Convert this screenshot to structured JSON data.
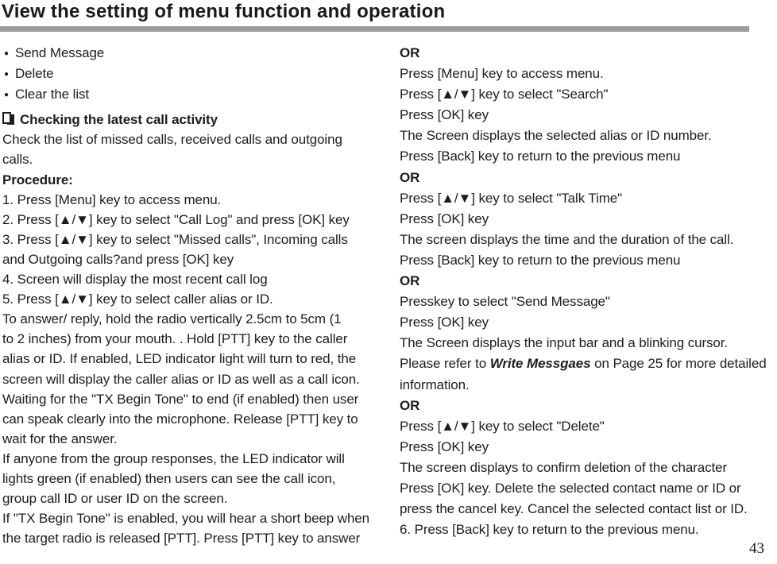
{
  "page": {
    "title": "View the setting of menu function and operation",
    "page_number": "43",
    "accent_bar_color": "#9c9c9c",
    "text_color": "#1d1d1d"
  },
  "icons": {
    "bullet_glyph": "●",
    "section_icon": "pages-icon"
  },
  "left_column": {
    "lines": [
      {
        "kind": "bullet",
        "text": "Send Message"
      },
      {
        "kind": "bullet",
        "text": "Delete"
      },
      {
        "kind": "bullet",
        "text": "Clear the list"
      },
      {
        "kind": "heading",
        "text": "Checking the latest call activity"
      },
      {
        "kind": "text",
        "text": "Check the list of missed calls, received calls and outgoing"
      },
      {
        "kind": "text",
        "text": "calls."
      },
      {
        "kind": "bold",
        "text": "Procedure:"
      },
      {
        "kind": "text",
        "text": "1. Press [Menu] key to access menu."
      },
      {
        "kind": "text",
        "text": "2. Press [▲/▼] key to select \"Call Log\" and press [OK] key"
      },
      {
        "kind": "text",
        "text": "3. Press [▲/▼] key to select \"Missed calls\", Incoming calls"
      },
      {
        "kind": "text",
        "text": "and Outgoing calls?and press [OK] key"
      },
      {
        "kind": "text",
        "text": "4. Screen will display the most recent call log"
      },
      {
        "kind": "text",
        "text": "5. Press [▲/▼] key to select caller alias or ID."
      },
      {
        "kind": "text",
        "text": "To answer/ reply, hold the radio vertically 2.5cm to 5cm (1"
      },
      {
        "kind": "text",
        "text": "to 2 inches) from your mouth. . Hold [PTT] key to the caller"
      },
      {
        "kind": "text",
        "text": "alias or ID. If enabled, LED indicator light will turn to red, the"
      },
      {
        "kind": "text",
        "text": "screen will display the caller alias or ID as well as a call icon."
      },
      {
        "kind": "text",
        "text": "Waiting for the \"TX Begin Tone\" to end (if enabled) then user"
      },
      {
        "kind": "text",
        "text": "can speak clearly into the microphone. Release [PTT] key to"
      },
      {
        "kind": "text",
        "text": "wait for the answer."
      },
      {
        "kind": "text",
        "text": "If anyone from the group responses, the LED indicator will"
      },
      {
        "kind": "text",
        "text": "lights green (if enabled) then users can see the call icon,"
      },
      {
        "kind": "text",
        "text": "group call ID or user ID on the screen."
      },
      {
        "kind": "text",
        "text": "If \"TX Begin Tone\" is enabled, you will hear a short beep when"
      },
      {
        "kind": "text",
        "text": "the target radio is released [PTT]. Press [PTT] key to answer"
      }
    ]
  },
  "right_column": {
    "lines": [
      {
        "kind": "bold",
        "text": "OR"
      },
      {
        "kind": "text",
        "text": "Press [Menu] key to access menu."
      },
      {
        "kind": "text",
        "text": "Press [▲/▼] key to select \"Search\""
      },
      {
        "kind": "text",
        "text": "Press [OK] key"
      },
      {
        "kind": "text",
        "text": "The Screen displays the selected alias or ID number."
      },
      {
        "kind": "text",
        "text": "Press [Back] key to return to the previous menu"
      },
      {
        "kind": "bold",
        "text": "OR"
      },
      {
        "kind": "text",
        "text": "Press [▲/▼] key to select \"Talk Time\""
      },
      {
        "kind": "text",
        "text": "Press [OK] key"
      },
      {
        "kind": "text",
        "text": "The screen displays the time and the duration of the call."
      },
      {
        "kind": "text",
        "text": "Press [Back] key to return to the previous menu"
      },
      {
        "kind": "bold",
        "text": "OR"
      },
      {
        "kind": "text",
        "text": "Presskey to select \"Send Message\""
      },
      {
        "kind": "text",
        "text": "Press [OK] key"
      },
      {
        "kind": "text",
        "text": "The Screen displays the input bar and a blinking cursor."
      },
      {
        "kind": "runs",
        "runs": [
          {
            "text": "Please refer to "
          },
          {
            "text": "Write Messgaes",
            "style": "bold-italic"
          },
          {
            "text": " on Page 25 for more detailed"
          }
        ]
      },
      {
        "kind": "text",
        "text": "information."
      },
      {
        "kind": "bold",
        "text": "OR"
      },
      {
        "kind": "text",
        "text": "Press [▲/▼] key to select \"Delete\""
      },
      {
        "kind": "text",
        "text": "Press [OK] key"
      },
      {
        "kind": "text",
        "text": "The screen displays to confirm deletion of the character"
      },
      {
        "kind": "text",
        "text": "Press [OK] key. Delete the selected contact name or ID or"
      },
      {
        "kind": "text",
        "text": "press the cancel key. Cancel the selected contact list or ID."
      },
      {
        "kind": "text",
        "text": "6. Press [Back] key to return to the previous menu."
      }
    ]
  }
}
